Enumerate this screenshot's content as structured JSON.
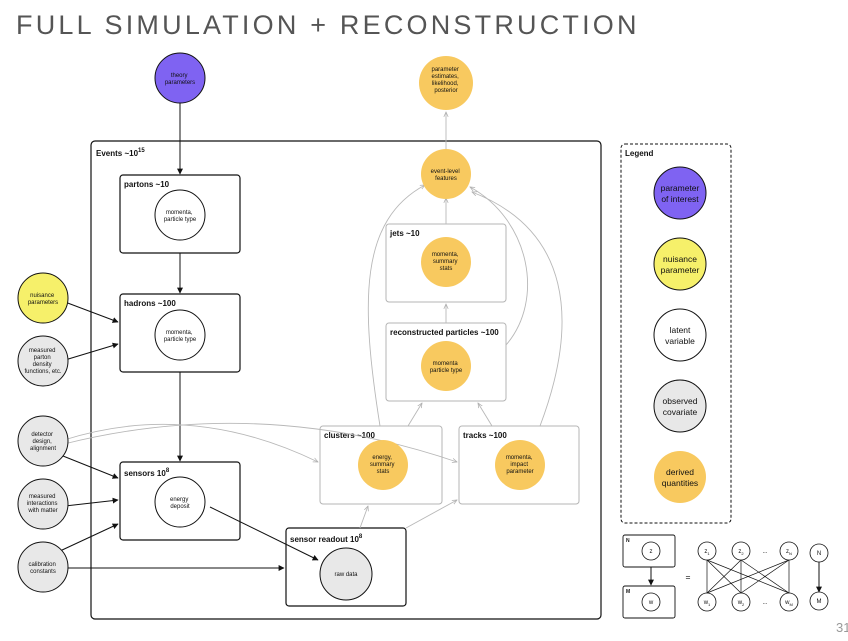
{
  "title": "FULL SIMULATION + RECONSTRUCTION",
  "page_number": "31",
  "colors": {
    "parameter": "#7f63f2",
    "nuisance": "#f6f06a",
    "latent": "#ffffff",
    "observed": "#e8e8e8",
    "derived": "#f8c95f"
  },
  "plates": {
    "events": "Events ~10",
    "events_exp": "15",
    "partons": "partons ~10",
    "hadrons": "hadrons ~100",
    "sensors": "sensors 10",
    "sensors_exp": "8",
    "sensor_readout": "sensor readout 10",
    "sensor_readout_exp": "8",
    "jets": "jets ~10",
    "reconstructed": "reconstructed particles ~100",
    "clusters": "clusters ~100",
    "tracks": "tracks ~100",
    "legend": "Legend"
  },
  "nodes": {
    "theory": [
      "theory",
      "parameters"
    ],
    "output": [
      "parameter",
      "estimates,",
      "likelihood,",
      "posterior"
    ],
    "event_features": [
      "event-level",
      "features"
    ],
    "jets": [
      "momenta,",
      "summary",
      "stats"
    ],
    "reco": [
      "momenta",
      "particle type"
    ],
    "clusters": [
      "energy,",
      "summary",
      "stats"
    ],
    "tracks": [
      "momenta,",
      "impact",
      "parameter"
    ],
    "partons": [
      "momenta,",
      "particle type"
    ],
    "hadrons": [
      "momenta,",
      "particle type"
    ],
    "sensors": [
      "energy",
      "deposit"
    ],
    "raw": [
      "raw data"
    ],
    "nuisance": [
      "nuisance",
      "parameters"
    ],
    "pdf": [
      "measured",
      "parton",
      "density",
      "functions, etc."
    ],
    "detector": [
      "detector",
      "design,",
      "alignment"
    ],
    "interactions": [
      "measured",
      "interactions",
      "with matter"
    ],
    "calibration": [
      "calibration",
      "constants"
    ]
  },
  "legend": [
    {
      "kind": "parameter",
      "lines": [
        "parameter",
        "of interest"
      ]
    },
    {
      "kind": "nuisance",
      "lines": [
        "nuisance",
        "parameter"
      ]
    },
    {
      "kind": "latent",
      "lines": [
        "latent",
        "variable"
      ]
    },
    {
      "kind": "observed",
      "lines": [
        "observed",
        "covariate"
      ]
    },
    {
      "kind": "derived",
      "lines": [
        "derived",
        "quantities"
      ]
    }
  ],
  "mini": {
    "plate_n": "N",
    "plate_m": "M",
    "z": "z",
    "w": "w",
    "equals": "=",
    "z_nodes": [
      [
        "z",
        "1"
      ],
      [
        "z",
        "2"
      ],
      [
        "z",
        "N"
      ]
    ],
    "w_nodes": [
      [
        "w",
        "1"
      ],
      [
        "w",
        "2"
      ],
      [
        "w",
        "M"
      ]
    ],
    "dots": "...",
    "n": "N",
    "m": "M"
  }
}
